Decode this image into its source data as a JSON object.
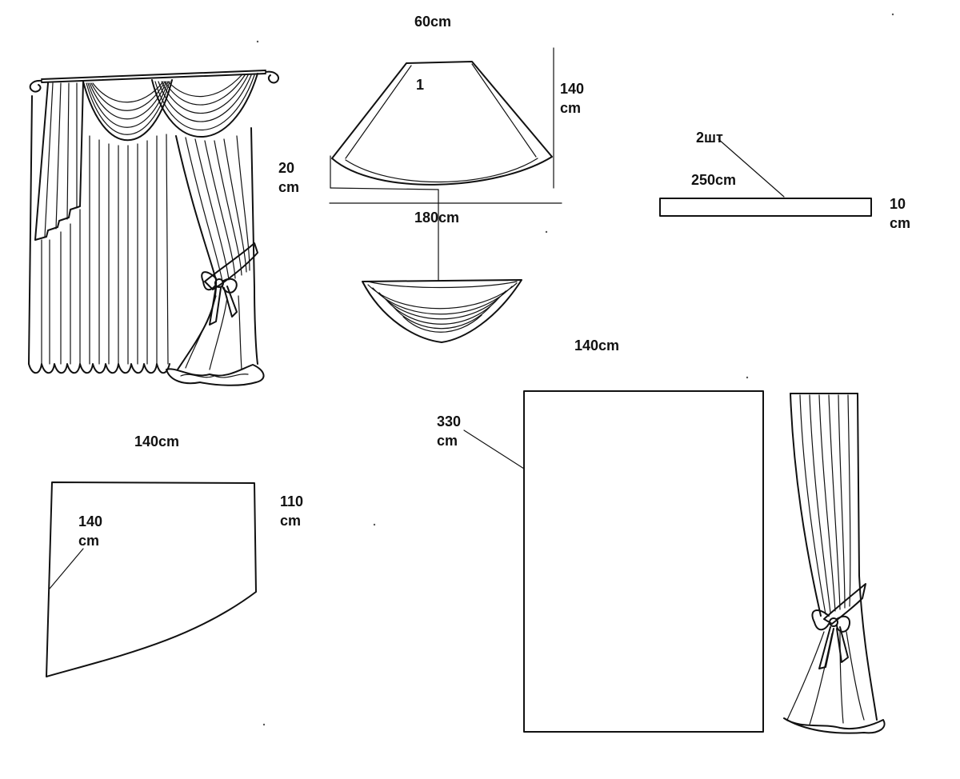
{
  "labels": {
    "swag_top_width": "60cm",
    "swag_piece_number": "1",
    "swag_height": "140\ncm",
    "swag_drop": "20\ncm",
    "swag_bottom_width": "180cm",
    "tie_quantity": "2шт",
    "tie_length": "250cm",
    "tie_width": "10\ncm",
    "panel_width": "140cm",
    "panel_height": "330\ncm",
    "jabot_width": "140cm",
    "jabot_height": "110\ncm",
    "jabot_slant": "140\ncm"
  },
  "colors": {
    "ink": "#111111",
    "paper": "#ffffff"
  }
}
